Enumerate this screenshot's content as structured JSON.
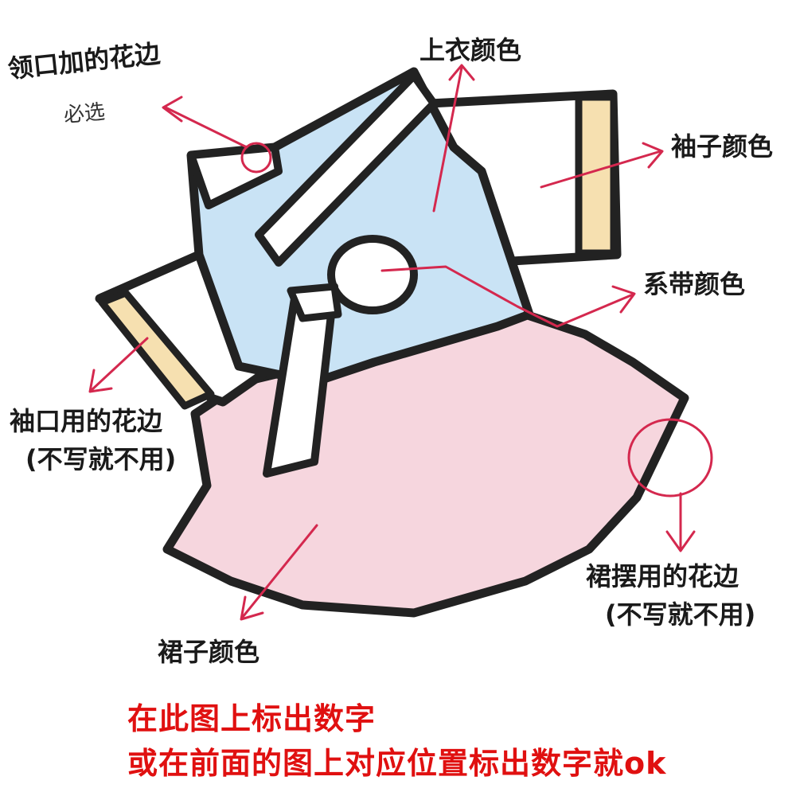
{
  "labels": {
    "collar_lace": "领口加的花边",
    "collar_required": "必选",
    "top_color": "上衣颜色",
    "sleeve_color": "袖子颜色",
    "sash_color": "系带颜色",
    "cuff_lace_line1": "袖口用的花边",
    "cuff_lace_line2": "(不写就不用)",
    "hem_lace_line1": "裙摆用的花边",
    "hem_lace_line2": "(不写就不用)",
    "skirt_color": "裙子颜色"
  },
  "notes": {
    "line1": "在此图上标出数字",
    "line2": "或在前面的图上对应位置标出数字就ok"
  },
  "colors": {
    "outline": "#222222",
    "top_fill": "#c9e3f5",
    "skirt_fill": "#f6d6de",
    "cuff_fill": "#f6e0b0",
    "arrow": "#d4284e",
    "note_text": "#e01010"
  }
}
